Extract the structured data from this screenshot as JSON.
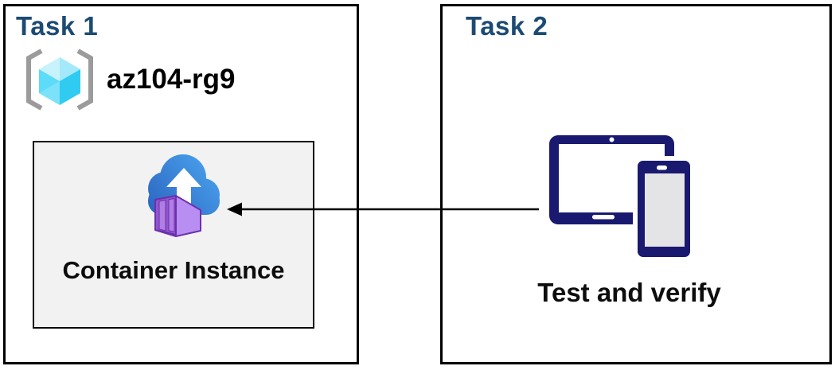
{
  "task1": {
    "title": "Task 1",
    "resource_group_name": "az104-rg9",
    "container_label": "Container Instance",
    "icons": [
      "resource-group-icon",
      "container-instance-icon"
    ]
  },
  "task2": {
    "title": "Task 2",
    "label": "Test and verify",
    "icons": [
      "devices-icon"
    ]
  },
  "arrow": {
    "direction": "right-to-left",
    "from": "devices-icon",
    "to": "container-instance-icon"
  },
  "colors": {
    "title_navy": "#1c4a73",
    "device_navy": "#191970",
    "box_border": "#000000",
    "inner_box_bg": "#f2f2f2",
    "cloud_blue_dark": "#2a63be",
    "cloud_blue_light": "#4aa2ee",
    "container_purple": "#8f57cc",
    "container_purple_light": "#b98ef2",
    "container_stripe": "#b07ee4",
    "container_outline": "#6d2fae",
    "cube_cyan_top": "#bceffb",
    "cube_cyan_left": "#5cdcf8",
    "cube_cyan_right": "#2fcbf0",
    "bracket_gray": "#9b9b9b",
    "phone_screen_gray": "#e4e4e6"
  }
}
